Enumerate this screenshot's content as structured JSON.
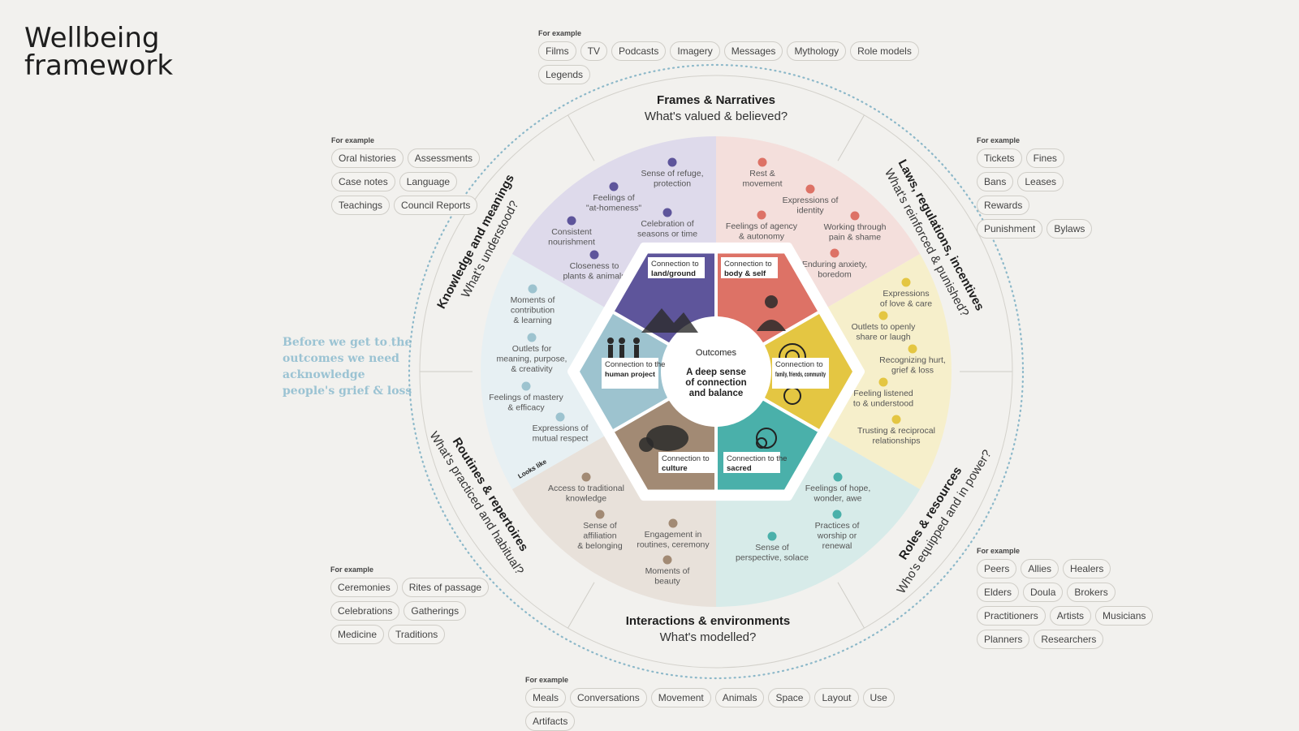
{
  "title": "Wellbeing framework",
  "grief_note": "Before we get to the outcomes we need acknowledge people's grief & loss",
  "for_example_label": "For example",
  "looks_like_label": "Looks like",
  "outcomes": {
    "heading": "Outcomes",
    "line1": "A deep sense",
    "line2": "of connection",
    "line3": "and balance"
  },
  "colors": {
    "purple": "#5e559b",
    "coral": "#dd7266",
    "yellow": "#e4c642",
    "teal": "#4ab0aa",
    "brown": "#a28a74",
    "blue": "#9dc3cf",
    "purple_light": "#dedaeb",
    "coral_light": "#f4dfdc",
    "yellow_light": "#f6efcb",
    "teal_light": "#d7ebe9",
    "brown_light": "#e8e1da",
    "blue_light": "#e7f0f3",
    "dotted_ring": "#8cb8c9"
  },
  "sections": [
    {
      "title": "Frames & Narratives",
      "question": "What's valued & believed?"
    },
    {
      "title": "Laws, regulations, incentives",
      "question": "What's reinforced & punished?"
    },
    {
      "title": "Roles & resources",
      "question": "Who's equipped and in power?"
    },
    {
      "title": "Interactions & environments",
      "question": "What's modelled?"
    },
    {
      "title": "Routines & repertoires",
      "question": "What's practiced and habitual?"
    },
    {
      "title": "Knowledge and meanings",
      "question": "What's understood?"
    }
  ],
  "connections": [
    {
      "pre": "Connection to",
      "bold": "land/ground",
      "icon": "mountains-icon"
    },
    {
      "pre": "Connection to",
      "bold": "body & self",
      "icon": "person-icon"
    },
    {
      "pre": "Connection to",
      "bold": "family, friends, community",
      "icon": "circles-icon"
    },
    {
      "pre": "Connection to the",
      "bold": "sacred",
      "icon": "spiral-icon"
    },
    {
      "pre": "Connection to",
      "bold": "culture",
      "icon": "bison-icon"
    },
    {
      "pre": "Connection to the",
      "bold": "human project",
      "icon": "people-icon"
    }
  ],
  "indicators": {
    "purple": [
      {
        "l1": "Sense of refuge,",
        "l2": "protection"
      },
      {
        "l1": "Feelings of",
        "l2": "\"at-homeness\""
      },
      {
        "l1": "Consistent",
        "l2": "nourishment"
      },
      {
        "l1": "Celebration of",
        "l2": "seasons or time"
      },
      {
        "l1": "Closeness to",
        "l2": "plants & animals"
      }
    ],
    "coral": [
      {
        "l1": "Rest &",
        "l2": "movement"
      },
      {
        "l1": "Expressions of",
        "l2": "identity"
      },
      {
        "l1": "Feelings of agency",
        "l2": "& autonomy"
      },
      {
        "l1": "Working through",
        "l2": "pain & shame"
      },
      {
        "l1": "Enduring anxiety,",
        "l2": "boredom"
      }
    ],
    "yellow": [
      {
        "l1": "Expressions",
        "l2": "of love & care"
      },
      {
        "l1": "Outlets to openly",
        "l2": "share or laugh"
      },
      {
        "l1": "Recognizing hurt,",
        "l2": "grief & loss"
      },
      {
        "l1": "Feeling listened",
        "l2": "to & understood"
      },
      {
        "l1": "Trusting & reciprocal",
        "l2": "relationships"
      }
    ],
    "teal": [
      {
        "l1": "Feelings of hope,",
        "l2": "wonder, awe"
      },
      {
        "l1": "Practices of",
        "l2": "worship or",
        "l3": "renewal"
      },
      {
        "l1": "Sense of",
        "l2": "perspective, solace"
      }
    ],
    "brown": [
      {
        "l1": "Access to traditional",
        "l2": "knowledge"
      },
      {
        "l1": "Sense of",
        "l2": "affiliation",
        "l3": "& belonging"
      },
      {
        "l1": "Engagement in",
        "l2": "routines, ceremony"
      },
      {
        "l1": "Moments of",
        "l2": "beauty"
      }
    ],
    "blue": [
      {
        "l1": "Moments of",
        "l2": "contribution",
        "l3": "& learning"
      },
      {
        "l1": "Outlets for",
        "l2": "meaning, purpose,",
        "l3": "& creativity"
      },
      {
        "l1": "Feelings of mastery",
        "l2": "& efficacy"
      },
      {
        "l1": "Expressions of",
        "l2": "mutual respect"
      }
    ]
  },
  "examples": {
    "top": [
      "Films",
      "TV",
      "Podcasts",
      "Imagery",
      "Messages",
      "Mythology",
      "Role models",
      "Legends"
    ],
    "upper_left": [
      "Oral histories",
      "Assessments",
      "Case notes",
      "Language",
      "Teachings",
      "Council Reports"
    ],
    "upper_right": [
      "Tickets",
      "Fines",
      "Bans",
      "Leases",
      "Rewards",
      "Punishment",
      "Bylaws"
    ],
    "lower_left": [
      "Ceremonies",
      "Rites of passage",
      "Celebrations",
      "Gatherings",
      "Medicine",
      "Traditions"
    ],
    "lower_right": [
      "Peers",
      "Allies",
      "Healers",
      "Elders",
      "Doula",
      "Brokers",
      "Practitioners",
      "Artists",
      "Musicians",
      "Planners",
      "Researchers"
    ],
    "bottom": [
      "Meals",
      "Conversations",
      "Movement",
      "Animals",
      "Space",
      "Layout",
      "Use",
      "Artifacts"
    ]
  }
}
